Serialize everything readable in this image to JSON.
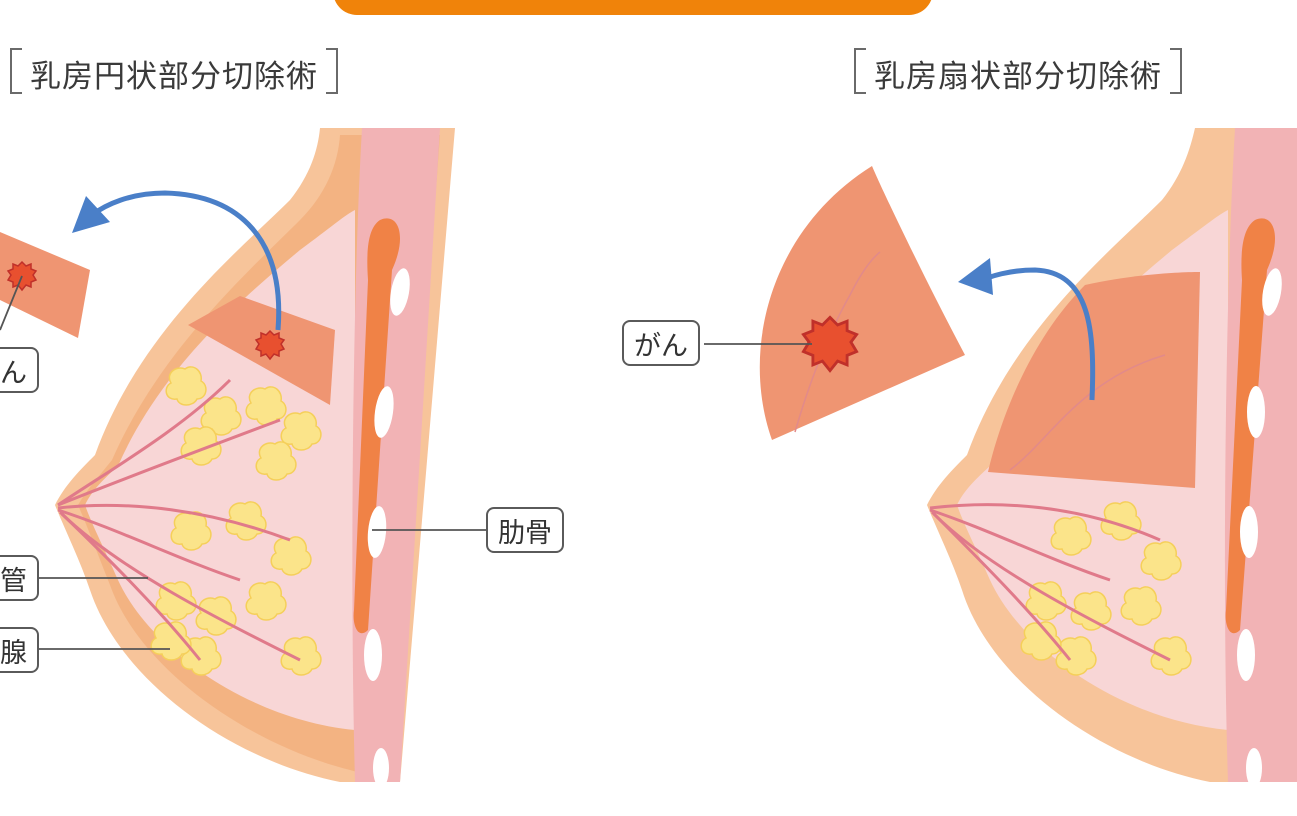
{
  "headings": {
    "left": "乳房円状部分切除術",
    "right": "乳房扇状部分切除術"
  },
  "labels": {
    "cancer_left": "ん",
    "duct": "管",
    "gland": "腺",
    "rib": "肋骨",
    "cancer_right": "がん"
  },
  "colors": {
    "banner": "#f0830a",
    "skin": "#f7c49a",
    "skin_dark": "#f0a670",
    "tissue": "#f8d6d6",
    "excised": "#ef9572",
    "tumor": "#e8502f",
    "fat": "#fbe48a",
    "arrow": "#4a7fc8",
    "muscle": "#f08246",
    "chest_wall": "#f2b3b5"
  }
}
